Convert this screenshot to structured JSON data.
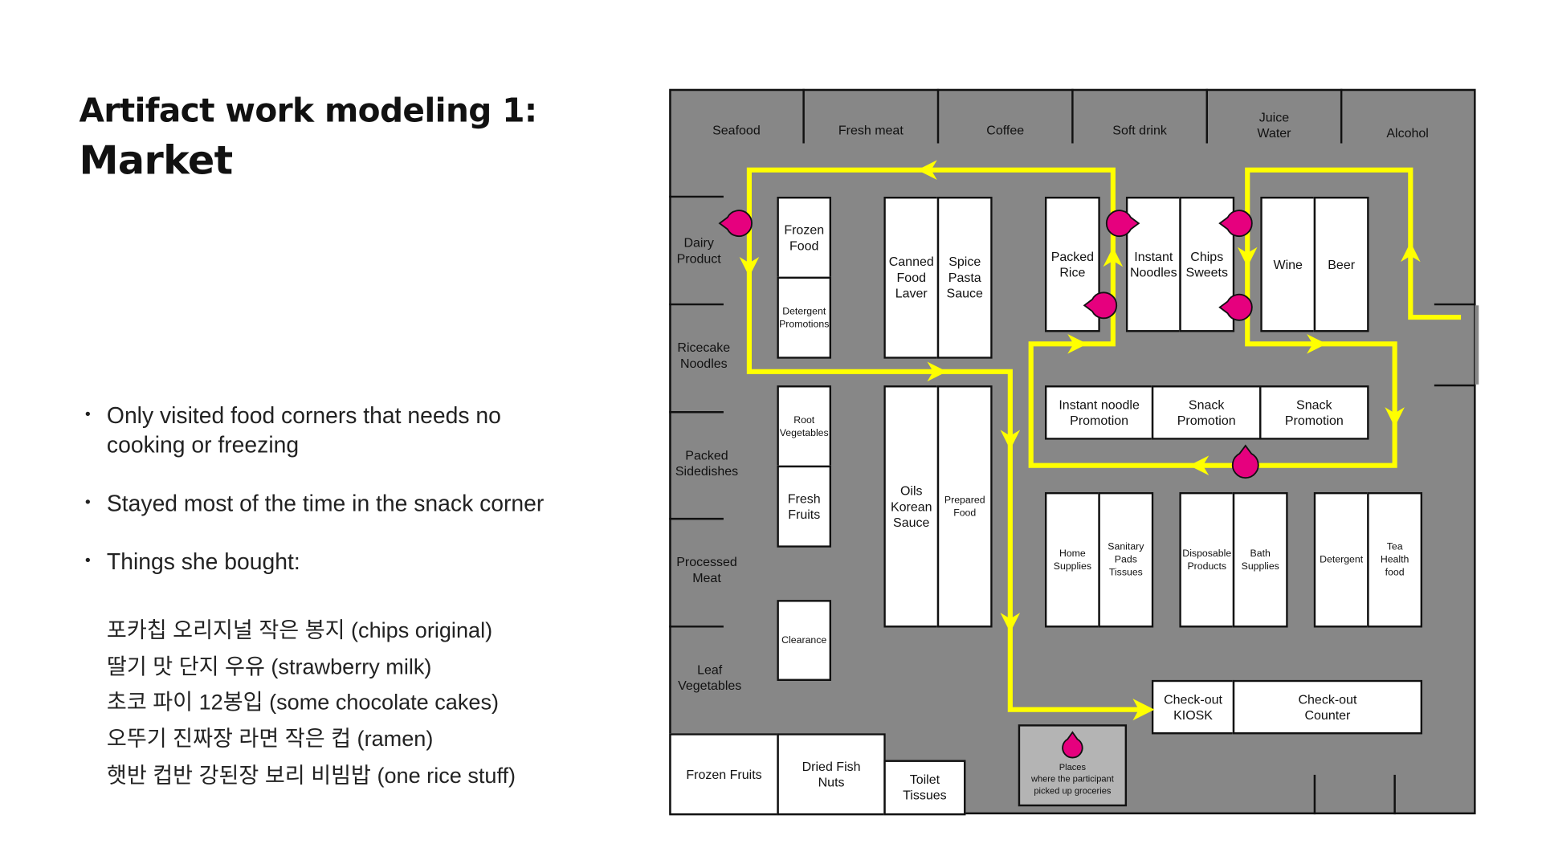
{
  "title": {
    "line1": "Artifact work modeling 1:",
    "line2": "Market"
  },
  "bullets": [
    "Only visited food corners that needs no cooking or freezing",
    "Stayed most of the time in the snack corner",
    "Things she bought:"
  ],
  "purchases": [
    "포카칩 오리지널 작은 봉지 (chips original)",
    "딸기 맛 단지 우유 (strawberry milk)",
    "초코 파이 12봉입 (some chocolate cakes)",
    "오뚜기 진짜장 라면 작은 컵 (ramen)",
    "햇반 컵반 강된장 보리 비빔밥 (one rice stuff)"
  ],
  "map": {
    "top_sections": [
      "Seafood",
      "Fresh meat",
      "Coffee",
      "Soft drink",
      "Juice\nWater",
      "Alcohol"
    ],
    "left_sections": [
      "Dairy\nProduct",
      "Ricecake\nNoodles",
      "Packed\nSidedishes",
      "Processed\nMeat",
      "Leaf\nVegetables"
    ],
    "shelves": {
      "frozen_food": "Frozen\nFood",
      "detergent_promotions": "Detergent\nPromotions",
      "canned": "Canned\nFood\nLaver",
      "spice": "Spice\nPasta\nSauce",
      "packed_rice": "Packed\nRice",
      "instant_noodles": "Instant\nNoodles",
      "chips": "Chips\nSweets",
      "wine": "Wine",
      "beer": "Beer",
      "root_veg": "Root\nVegetables",
      "fresh_fruits": "Fresh\nFruits",
      "oils": "Oils\nKorean\nSauce",
      "prepared": "Prepared\nFood",
      "noodle_promo": "Instant noodle\nPromotion",
      "snack_promo1": "Snack\nPromotion",
      "snack_promo2": "Snack\nPromotion",
      "home": "Home\nSupplies",
      "sanitary": "Sanitary\nPads\nTissues",
      "disposable": "Disposable\nProducts",
      "bath": "Bath\nSupplies",
      "detergent": "Detergent",
      "tea": "Tea\nHealth\nfood",
      "clearance": "Clearance",
      "kiosk": "Check-out\nKIOSK",
      "counter": "Check-out\nCounter",
      "frozen_fruits": "Frozen Fruits",
      "dried_fish": "Dried Fish\nNuts",
      "toilet": "Toilet\nTissues"
    },
    "legend": "Places\nwhere the participant\npicked up groceries",
    "colors": {
      "path": "#ffff00",
      "pin": "#e6007e",
      "floor": "#878787",
      "legend_bg": "#b4b4b4"
    }
  }
}
